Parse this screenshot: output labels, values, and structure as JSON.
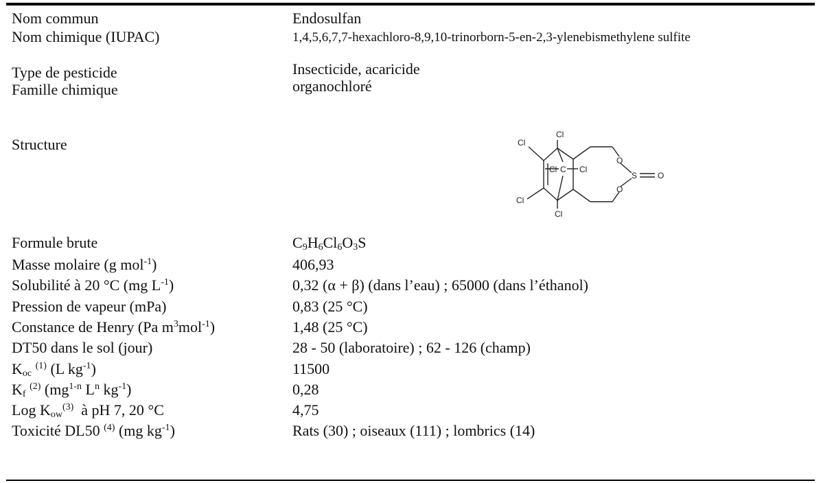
{
  "rows": {
    "nom_commun": {
      "label": "Nom commun",
      "value": "Endosulfan"
    },
    "nom_chimique": {
      "label": "Nom chimique (IUPAC)",
      "value": "1,4,5,6,7,7-hexachloro-8,9,10-trinorborn-5-en-2,3-ylenebismethylene sulfite"
    },
    "type": {
      "label": "Type de pesticide",
      "value": "Insecticide, acaricide"
    },
    "famille": {
      "label": "Famille chimique",
      "value": "organochloré"
    },
    "structure": {
      "label": "Structure"
    },
    "formule": {
      "label": "Formule brute",
      "value_parts": [
        "C",
        "9",
        "H",
        "6",
        "Cl",
        "6",
        "O",
        "3",
        "S"
      ]
    },
    "masse": {
      "label_main": "Masse molaire (g mol",
      "label_sup": "-1",
      "label_end": ")",
      "value": "406,93"
    },
    "solubilite": {
      "label_main": "Solubilité à 20 °C (mg L",
      "label_sup": "-1",
      "label_end": ")",
      "value": "0,32 (α + β) (dans l’eau) ; 65000 (dans l’éthanol)"
    },
    "pression": {
      "label": "Pression de vapeur (mPa)",
      "value": "0,83 (25 °C)"
    },
    "henry": {
      "label_main": "Constance de Henry (Pa m",
      "label_sup1": "3",
      "label_mid": "mol",
      "label_sup2": "-1",
      "label_end": ")",
      "value": "1,48 (25 °C)"
    },
    "dt50": {
      "label": "DT50 dans le sol (jour)",
      "value": "28 - 50 (laboratoire) ; 62 - 126 (champ)"
    },
    "koc": {
      "label_k": "K",
      "label_sub": "oc",
      "label_sup": "(1)",
      "label_unit": "(L kg",
      "label_unit_sup": "-1",
      "label_end": ")",
      "value": "11500"
    },
    "kf": {
      "label_k": "K",
      "label_sub": "f",
      "label_sup": "(2)",
      "label_unit": "(mg",
      "label_sup_a": "1-n",
      "label_l": "L",
      "label_sup_b": "n",
      "label_kg": "kg",
      "label_sup_c": "-1",
      "label_end": ")",
      "value": "0,28"
    },
    "kow": {
      "label_log": "Log K",
      "label_sub": "ow",
      "label_sup": "(3)",
      "label_tail": "à pH 7, 20 °C",
      "value": "4,75"
    },
    "toxicite": {
      "label_main": "Toxicité DL50",
      "label_sup": "(4)",
      "label_unit": "(mg kg",
      "label_unit_sup": "-1",
      "label_end": ")",
      "value": "Rats (30) ; oiseaux (111) ; lombrics (14)"
    }
  },
  "structure_atoms": {
    "cl_top": "Cl",
    "cl_upper_left": "Cl",
    "cl_bridge_left": "Cl",
    "c_bridge": "C",
    "cl_bridge_right": "Cl",
    "cl_lower_left": "Cl",
    "cl_bottom": "Cl",
    "o_upper": "O",
    "s": "S",
    "o_double": "O",
    "o_lower": "O"
  }
}
